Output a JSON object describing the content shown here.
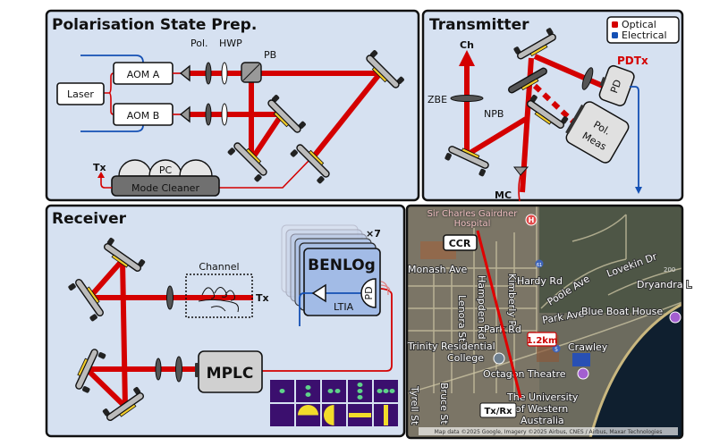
{
  "prep": {
    "title": "Polarisation State Prep.",
    "laser": "Laser",
    "aom_a": "AOM A",
    "aom_b": "AOM B",
    "pol": "Pol.",
    "hwp": "HWP",
    "pb": "PB",
    "pc": "PC",
    "mode_cleaner": "Mode Cleaner",
    "tx": "Tx"
  },
  "transmitter": {
    "title": "Transmitter",
    "legend": [
      {
        "label": "Optical",
        "color": "#d40000"
      },
      {
        "label": "Electrical",
        "color": "#1450b4"
      }
    ],
    "ch": "Ch",
    "zbe": "ZBE",
    "npb": "NPB",
    "mc": "MC",
    "pd": "PD",
    "pdtx": "PDTx",
    "pol_meas_1": "Pol.",
    "pol_meas_2": "Meas"
  },
  "receiver": {
    "title": "Receiver",
    "channel": "Channel",
    "tx": "Tx",
    "benlog": "BENLOg",
    "count": "×7",
    "pd": "PD",
    "ltia": "LTIA",
    "mplc": "MPLC"
  },
  "map": {
    "labels": {
      "hospital": "Sir Charles Gairdner Hospital",
      "ccr": "CCR",
      "monash": "Monash Ave",
      "hardy": "Hardy Rd",
      "hampden": "Hampden Rd",
      "kimberly": "Kimberly Rd",
      "lenora": "Lenora St",
      "park_rd": "Park Rd",
      "trinity_1": "Trinity Residential",
      "trinity_2": "College",
      "poole": "Poole Ave",
      "lovekin": "Lovekin Dr",
      "dryandra": "Dryandra L",
      "park_ave": "Park Ave",
      "blue_boat": "Blue Boat House",
      "crawley": "Crawley",
      "octagon": "Octagon Theatre",
      "uwa_1": "The University",
      "uwa_2": "of Western",
      "uwa_3": "Australia",
      "distance": "1.2km",
      "txrx": "Tx/Rx",
      "bruce": "Bruce St",
      "tyrell": "Tyrell St",
      "route_61": "61",
      "route_5": "5",
      "route_200": "200",
      "attribution": "Map data ©2025 Google, Imagery ©2025 Airbus, CNES / Airbus, Maxar Technologies"
    }
  }
}
